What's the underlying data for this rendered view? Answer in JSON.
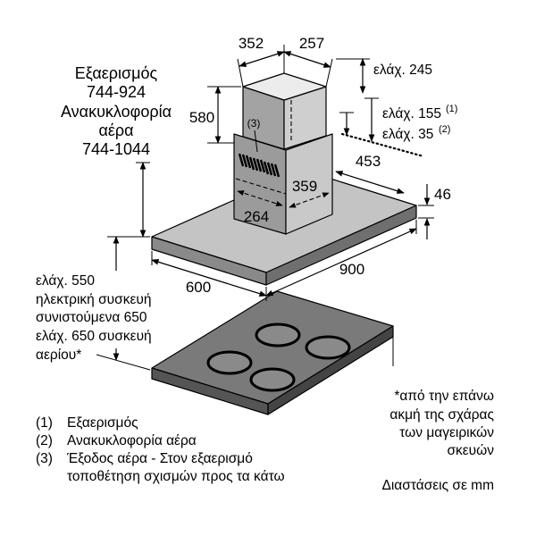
{
  "dimensions": {
    "chimney_top_width": "352",
    "chimney_top_depth": "257",
    "chimney_upper_height": "580",
    "chimney_base_depth": "359",
    "chimney_base_width": "264",
    "hood_offset": "453",
    "hood_thickness": "46",
    "hood_width": "900",
    "hood_depth": "600"
  },
  "height_block": {
    "extraction_label": "Εξαερισμός",
    "extraction_range": "744-924",
    "recirculation_label_line1": "Ανακυκλοφορία",
    "recirculation_label_line2": "αέρα",
    "recirculation_range": "744-1044"
  },
  "slot_callout": "(3)",
  "ceiling_clearances": {
    "min_245": "ελάχ. 245",
    "min_155": "ελάχ. 155",
    "min_155_ref": "(1)",
    "min_35": "ελάχ. 35",
    "min_35_ref": "(2)"
  },
  "cooktop_clearance": [
    "ελάχ. 550",
    "ηλεκτρική συσκευή",
    "συνιστούμενα 650",
    "ελάχ. 650 συσκευή",
    "αερίου*"
  ],
  "footnote": [
    "*από την επάνω",
    "ακμή της σχάρας",
    "των μαγειρικών",
    "σκευών"
  ],
  "legend": [
    {
      "num": "(1)",
      "text": "Εξαερισμός"
    },
    {
      "num": "(2)",
      "text": "Ανακυκλοφορία αέρα"
    },
    {
      "num": "(3)",
      "text": "Έξοδος αέρα - Στον εξαερισμό",
      "text_2": "τοποθέτηση σχισμών προς τα κάτω"
    }
  ],
  "units_note": "Διαστάσεις σε mm"
}
